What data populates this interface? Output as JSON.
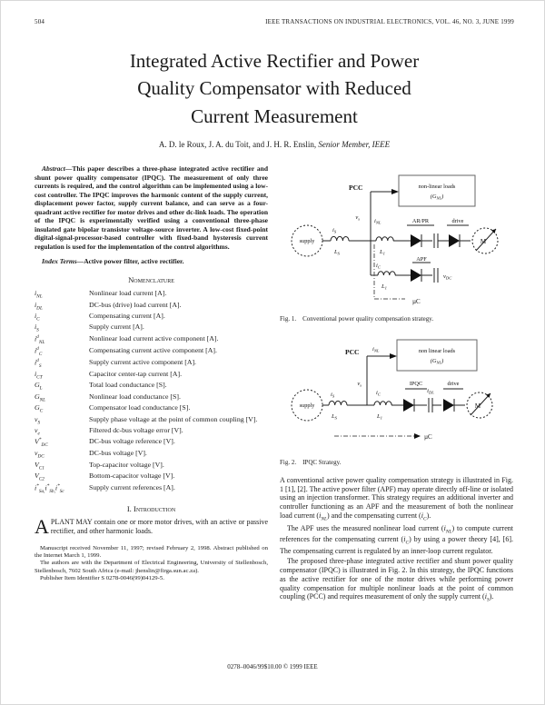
{
  "header": {
    "page_number": "504",
    "journal": "IEEE TRANSACTIONS ON INDUSTRIAL ELECTRONICS, VOL. 46, NO. 3, JUNE 1999"
  },
  "title_lines": [
    "Integrated Active Rectifier and Power",
    "Quality Compensator with Reduced",
    "Current Measurement"
  ],
  "authors": {
    "names": "A. D. le Roux, J. A. du Toit, and J. H. R. Enslin, ",
    "membership": "Senior Member, IEEE"
  },
  "abstract": {
    "lead": "Abstract—",
    "body": "This paper describes a three-phase integrated active rectifier and shunt power quality compensator (IPQC). The measurement of only three currents is required, and the control algorithm can be implemented using a low-cost controller. The IPQC improves the harmonic content of the supply current, displacement power factor, supply current balance, and can serve as a four-quadrant active rectifier for motor drives and other dc-link loads. The operation of the IPQC is experimentally verified using a conventional three-phase insulated gate bipolar transistor voltage-source inverter. A low-cost fixed-point digital-signal-processor-based controller with fixed-band hysteresis current regulation is used for the implementation of the control algorithms."
  },
  "index_terms": {
    "lead": "Index Terms—",
    "body": "Active power filter, active rectifier."
  },
  "nomenclature": {
    "heading": "Nomenclature",
    "items": [
      {
        "b": "i",
        "s": "NL",
        "d": "Nonlinear load current [A]."
      },
      {
        "b": "i",
        "s": "DL",
        "d": "DC-bus (drive) load current [A]."
      },
      {
        "b": "i",
        "s": "C",
        "d": "Compensating current [A]."
      },
      {
        "b": "i",
        "s": "S",
        "d": "Supply current [A]."
      },
      {
        "b": "i",
        "p": "d",
        "s": "NL",
        "d": "Nonlinear load current active component [A]."
      },
      {
        "b": "i",
        "p": "d",
        "s": "C",
        "d": "Compensating current active component [A]."
      },
      {
        "b": "i",
        "p": "d",
        "s": "S",
        "d": "Supply current active component [A]."
      },
      {
        "b": "i",
        "s": "CT",
        "d": "Capacitor center-tap current [A]."
      },
      {
        "b": "G",
        "s": "L",
        "d": "Total load conductance [S]."
      },
      {
        "b": "G",
        "s": "NL",
        "d": "Nonlinear load conductance [S]."
      },
      {
        "b": "G",
        "s": "C",
        "d": "Compensator load conductance [S]."
      },
      {
        "b": "v",
        "s": "S",
        "d": "Supply phase voltage at the point of common coupling [V]."
      },
      {
        "b": "v",
        "s": "e",
        "d": "Filtered dc-bus voltage error [V]."
      },
      {
        "b": "V",
        "p": "*",
        "s": "DC",
        "d": "DC-bus voltage reference [V]."
      },
      {
        "b": "v",
        "s": "DC",
        "d": "DC-bus voltage [V]."
      },
      {
        "b": "V",
        "s": "C1",
        "d": "Top-capacitor voltage [V]."
      },
      {
        "b": "V",
        "s": "C2",
        "d": "Bottom-capacitor voltage [V]."
      },
      {
        "b": "i",
        "p": "*",
        "s": "Sa,",
        "b2": "i",
        "p2": "*",
        "s2": "Sb,",
        "b3": "i",
        "p3": "*",
        "s3": "Sc",
        "d": "Supply current references [A]."
      }
    ]
  },
  "introduction": {
    "heading": "I. Introduction",
    "dropcap": "A",
    "first_para": "PLANT MAY contain one or more motor drives, with an active or passive rectifier, and other harmonic loads."
  },
  "footnotes": {
    "manuscript": "Manuscript received November 11, 1997; revised February 2, 1998. Abstract published on the Internet March 1, 1999.",
    "authors_note": "The authors are with the Department of Electrical Engineering, University of Stellenbosch, Stellenbosch, 7602 South Africa (e-mail: jhenslin@firga.sun.ac.za).",
    "publisher": "Publisher Item Identifier S 0278-0046(99)04129-5."
  },
  "footer": {
    "copyright": "0278–0046/99$10.00 © 1999 IEEE"
  },
  "figures": {
    "fig1": {
      "caption_label": "Fig. 1.",
      "caption": "Conventional power quality compensation strategy.",
      "pcc": "PCC",
      "loads1": "non-linear loads",
      "loads2b": "(G",
      "loads2s": "NL",
      "loads2e": ")",
      "supply": "supply",
      "isb": "i",
      "iss": "S",
      "lsb": "L",
      "lss": "S",
      "vsb": "v",
      "vss": "s",
      "inlb": "i",
      "inls": "NL",
      "l1b": "L",
      "l1s": "1",
      "l2b": "L",
      "l2s": "1",
      "ar": "AR/PR",
      "drive": "drive",
      "apf": "APF",
      "icb": "i",
      "ics": "C",
      "vdcb": "v",
      "vdcs": "DC",
      "uc": "µC",
      "motor": "M"
    },
    "fig2": {
      "caption_label": "Fig. 2.",
      "caption": "IPQC Strategy.",
      "pcc": "PCC",
      "inlb": "i",
      "inls": "NL",
      "loads1": "non linear loads",
      "loads2b": "(G",
      "loads2s": "NL",
      "loads2e": ")",
      "supply": "supply",
      "isb": "i",
      "iss": "S",
      "lsb": "L",
      "lss": "S",
      "vsb": "v",
      "vss": "s",
      "l1b": "L",
      "l1s": "1",
      "icb": "i",
      "ics": "C",
      "ipqc": "IPQC",
      "idlb": "i",
      "idls": "DL",
      "drive": "drive",
      "uc": "µC",
      "motor": "M"
    }
  },
  "body": {
    "p1": {
      "t1": "A conventional active power quality compensation strategy is illustrated in Fig. 1 [1], [2]. The active power filter (APF) may operate directly off-line or isolated using an injection transformer. This strategy requires an additional inverter and controller functioning as an APF and the measurement of both the nonlinear load current (",
      "s1b": "i",
      "s1s": "NL",
      "t2": ") and the compensating current (",
      "s2b": "i",
      "s2s": "C",
      "t3": ")."
    },
    "p2": {
      "t1": "The APF uses the measured nonlinear load current (",
      "s1b": "i",
      "s1s": "NL",
      "t2": ") to compute current references for the compensating current (",
      "s2b": "i",
      "s2s": "C",
      "t3": ") by using a power theory [4], [6]. The compensating current is regulated by an inner-loop current regulator.",
      "t4": ""
    },
    "p3": {
      "t1": "The proposed three-phase integrated active rectifier and shunt power quality compensator (IPQC) is illustrated in Fig. 2. In this strategy, the IPQC functions as the active rectifier for one of the motor drives while performing power quality compensation for multiple nonlinear loads at the point of common coupling (PCC) and requires measurement of only the supply current (",
      "s1b": "i",
      "s1s": "S",
      "t2": ")."
    }
  }
}
